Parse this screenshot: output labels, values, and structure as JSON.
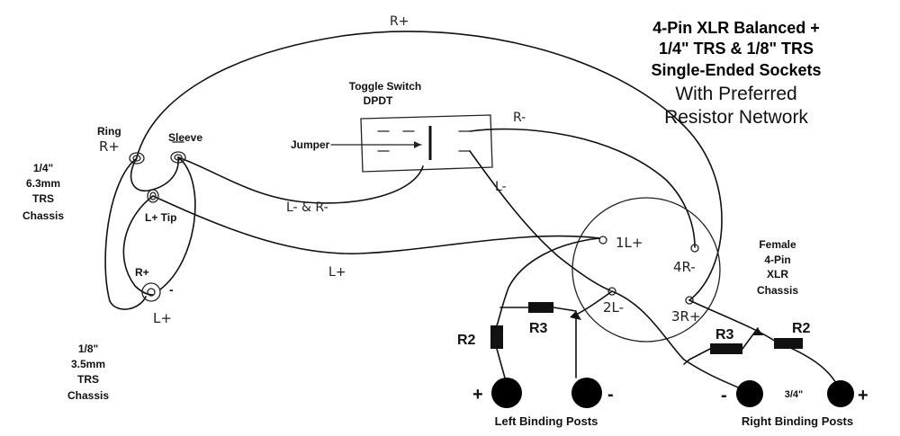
{
  "title": {
    "line1": "4-Pin XLR Balanced +",
    "line2": "1/4\" TRS & 1/8\" TRS",
    "line3": "Single-Ended Sockets",
    "line4": "With Preferred",
    "line5": "Resistor Network"
  },
  "toggle": {
    "title": "Toggle Switch",
    "type": "DPDT",
    "jumper_label": "Jumper"
  },
  "trs_quarter": {
    "size": "1/4\"",
    "mm": "6.3mm",
    "kind": "TRS",
    "chassis": "Chassis",
    "ring_label": "Ring",
    "ring_pin": "R+",
    "sleeve_label": "Sleeve",
    "tip_label": "L+ Tip"
  },
  "trs_eighth": {
    "size": "1/8\"",
    "mm": "3.5mm",
    "kind": "TRS",
    "chassis": "Chassis",
    "r_plus": "R+",
    "minus": "-",
    "l_plus": "L+"
  },
  "xlr": {
    "female": "Female",
    "pins": "4-Pin",
    "kind": "XLR",
    "chassis": "Chassis",
    "pin1": "1L+",
    "pin2": "2L-",
    "pin3": "3R+",
    "pin4": "4R-"
  },
  "wires": {
    "r_plus_top": "R+",
    "r_minus": "R-",
    "l_minus": "L-",
    "l_and_r_minus": "L- & R-",
    "l_plus": "L+"
  },
  "resistors": {
    "left_r2": "R2",
    "left_r3": "R3",
    "right_r3": "R3",
    "right_r2": "R2"
  },
  "binding_posts": {
    "left_label": "Left Binding Posts",
    "right_label": "Right Binding Posts",
    "left_plus": "+",
    "left_minus": "-",
    "right_minus": "-",
    "right_plus": "+",
    "spacing": "3/4\""
  }
}
